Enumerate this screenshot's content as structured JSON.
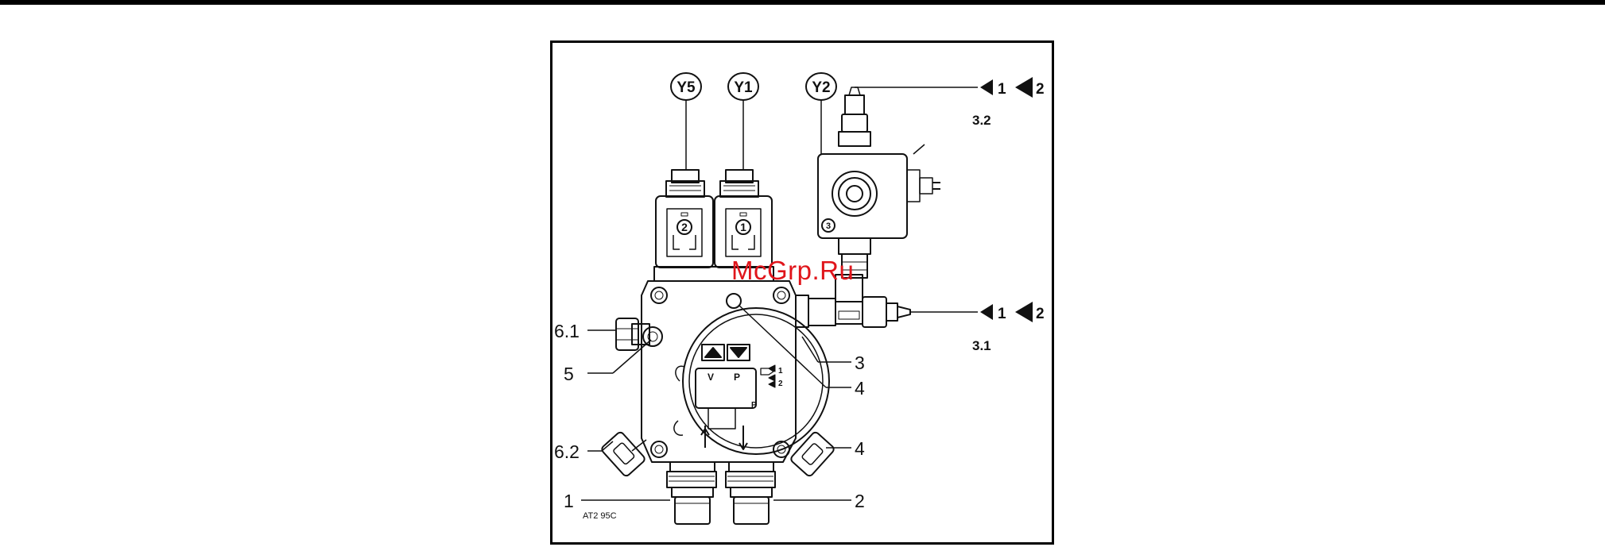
{
  "figure": {
    "solenoids": {
      "y5": "Y5",
      "y1": "Y1",
      "y2": "Y2"
    },
    "coil_numbers": {
      "coil_y5": "2",
      "coil_y1": "1",
      "coil_y2": "3"
    },
    "callouts": {
      "c_6_1": "6.1",
      "c_5": "5",
      "c_6_2": "6.2",
      "c_1": "1",
      "c_2": "2",
      "c_3": "3",
      "c_4a": "4",
      "c_4b": "4"
    },
    "outlets": {
      "top_arrow1": "1",
      "top_arrow2": "2",
      "top_ref": "3.2",
      "mid_arrow1": "1",
      "mid_arrow2": "2",
      "mid_ref": "3.1"
    },
    "internal": {
      "v": "V",
      "p": "P",
      "p2": "P",
      "a1": "1",
      "a2": "2"
    },
    "drawing_code": "AT2 95C"
  },
  "watermark": "McGrp.Ru"
}
